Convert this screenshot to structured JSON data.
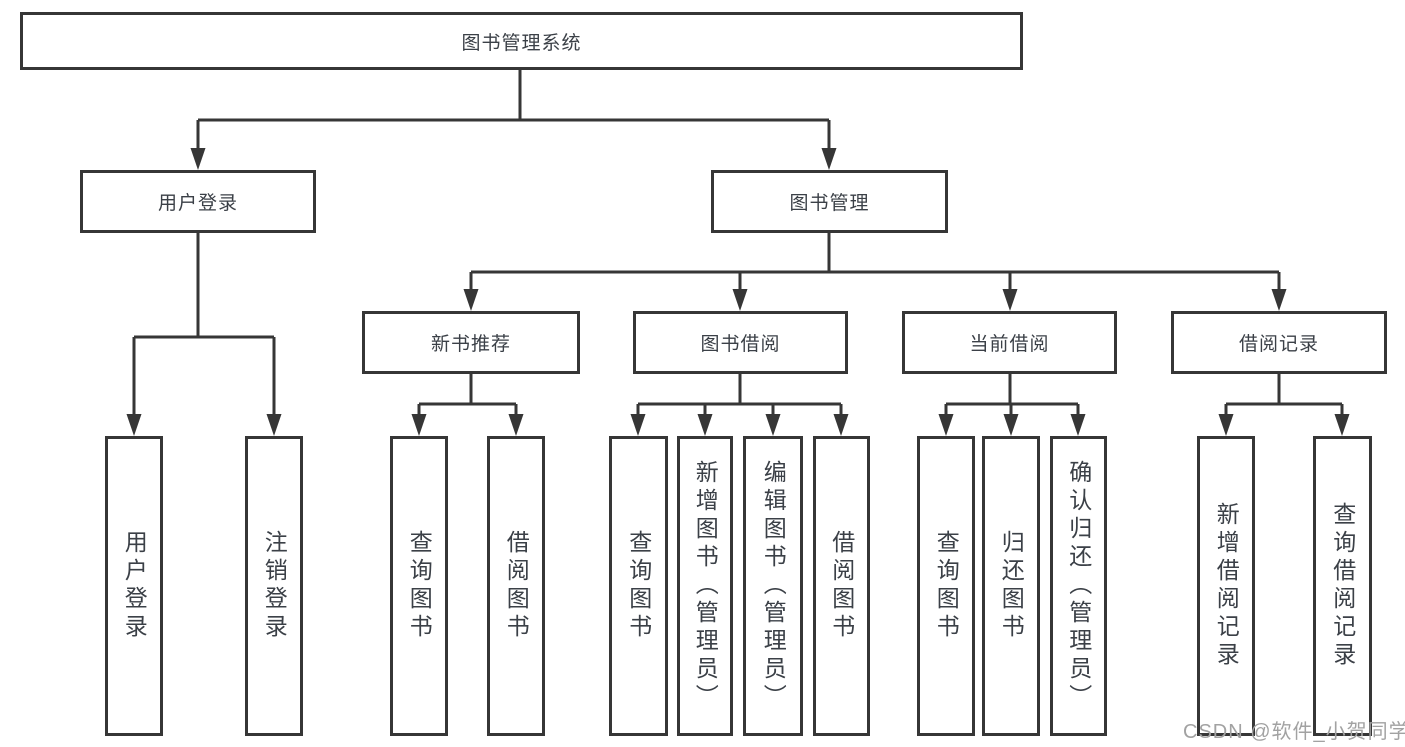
{
  "tree": {
    "label": "图书管理系统",
    "children": [
      {
        "label": "用户登录",
        "children": [
          {
            "label": "用户登录"
          },
          {
            "label": "注销登录"
          }
        ]
      },
      {
        "label": "图书管理",
        "children": [
          {
            "label": "新书推荐",
            "children": [
              {
                "label": "查询图书"
              },
              {
                "label": "借阅图书"
              }
            ]
          },
          {
            "label": "图书借阅",
            "children": [
              {
                "label": "查询图书"
              },
              {
                "label": "新增图书（管理员）"
              },
              {
                "label": "编辑图书（管理员）"
              },
              {
                "label": "借阅图书"
              }
            ]
          },
          {
            "label": "当前借阅",
            "children": [
              {
                "label": "查询图书"
              },
              {
                "label": "归还图书"
              },
              {
                "label": "确认归还（管理员）"
              }
            ]
          },
          {
            "label": "借阅记录",
            "children": [
              {
                "label": "新增借阅记录"
              },
              {
                "label": "查询借阅记录"
              }
            ]
          }
        ]
      }
    ]
  },
  "watermark": {
    "text": "CSDN @软件_小贺同学"
  },
  "colors": {
    "line": "#363636",
    "text": "#3b4047",
    "background": "#ffffff",
    "watermark": "#a2a2a2"
  }
}
